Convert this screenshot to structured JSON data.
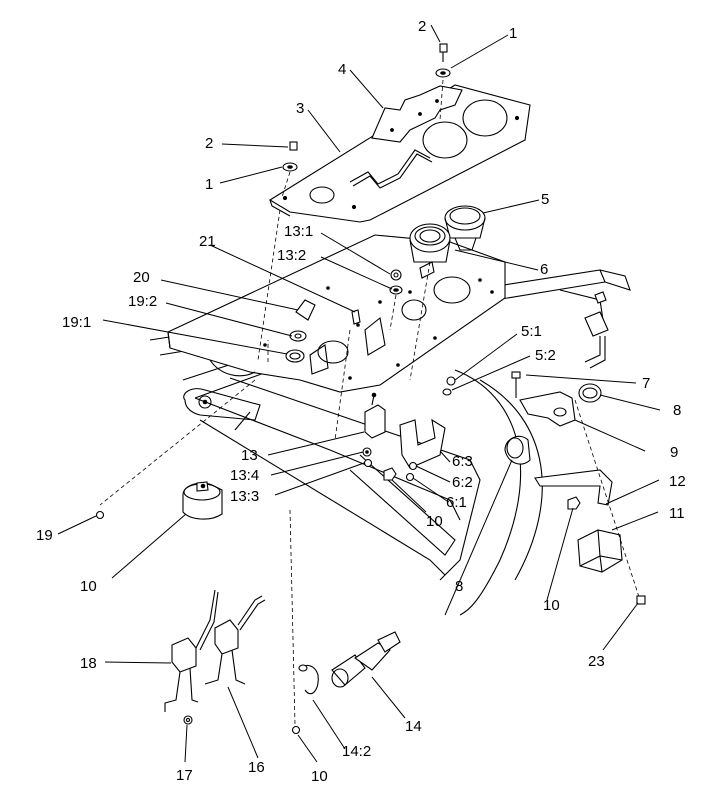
{
  "diagram": {
    "callouts": [
      {
        "id": "c1",
        "text": "2"
      },
      {
        "id": "c2",
        "text": "1"
      },
      {
        "id": "c3",
        "text": "4"
      },
      {
        "id": "c4",
        "text": "3"
      },
      {
        "id": "c5",
        "text": "2"
      },
      {
        "id": "c6",
        "text": "1"
      },
      {
        "id": "c7",
        "text": "5"
      },
      {
        "id": "c8",
        "text": "13:1"
      },
      {
        "id": "c9",
        "text": "21"
      },
      {
        "id": "c10",
        "text": "13:2"
      },
      {
        "id": "c11",
        "text": "6"
      },
      {
        "id": "c12",
        "text": "20"
      },
      {
        "id": "c13",
        "text": "19:2"
      },
      {
        "id": "c14",
        "text": "19:1"
      },
      {
        "id": "c15",
        "text": "5:1"
      },
      {
        "id": "c16",
        "text": "5:2"
      },
      {
        "id": "c17",
        "text": "7"
      },
      {
        "id": "c18",
        "text": "8"
      },
      {
        "id": "c19",
        "text": "9"
      },
      {
        "id": "c20",
        "text": "13"
      },
      {
        "id": "c21",
        "text": "13:4"
      },
      {
        "id": "c22",
        "text": "13:3"
      },
      {
        "id": "c23",
        "text": "6:3"
      },
      {
        "id": "c24",
        "text": "6:2"
      },
      {
        "id": "c25",
        "text": "6:1"
      },
      {
        "id": "c26",
        "text": "10"
      },
      {
        "id": "c27",
        "text": "12"
      },
      {
        "id": "c28",
        "text": "11"
      },
      {
        "id": "c29",
        "text": "10"
      },
      {
        "id": "c30",
        "text": "19"
      },
      {
        "id": "c31",
        "text": "10"
      },
      {
        "id": "c32",
        "text": "8"
      },
      {
        "id": "c33",
        "text": "23"
      },
      {
        "id": "c34",
        "text": "18"
      },
      {
        "id": "c35",
        "text": "14"
      },
      {
        "id": "c36",
        "text": "16"
      },
      {
        "id": "c37",
        "text": "14:2"
      },
      {
        "id": "c38",
        "text": "17"
      },
      {
        "id": "c39",
        "text": "10"
      }
    ]
  }
}
